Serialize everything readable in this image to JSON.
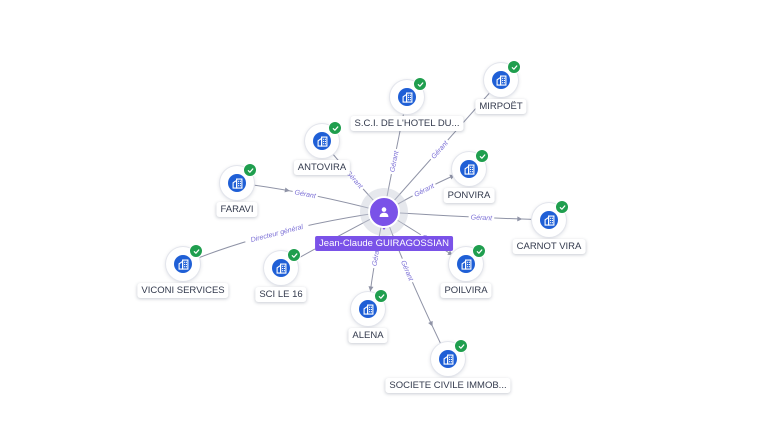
{
  "center": {
    "name": "Jean-Claude GUIRAGOSSIAN",
    "icon": "person-icon",
    "color": "#7a52e8"
  },
  "colors": {
    "company": "#1f5fd6",
    "verified": "#1f9e4e",
    "edge_label": "#7b6fd6"
  },
  "nodes": [
    {
      "id": "sci-hotel",
      "label": "S.C.I. DE L'HOTEL DU...",
      "icon": "building-icon",
      "verified": true
    },
    {
      "id": "mirpoet",
      "label": "MIRPOËT",
      "icon": "building-icon",
      "verified": true
    },
    {
      "id": "antovira",
      "label": "ANTOVIRA",
      "icon": "building-icon",
      "verified": true
    },
    {
      "id": "ponvira",
      "label": "PONVIRA",
      "icon": "building-icon",
      "verified": true
    },
    {
      "id": "faravi",
      "label": "FARAVI",
      "icon": "building-icon",
      "verified": true
    },
    {
      "id": "carnot-vira",
      "label": "CARNOT VIRA",
      "icon": "building-icon",
      "verified": true
    },
    {
      "id": "viconi",
      "label": "VICONI SERVICES",
      "icon": "building-icon",
      "verified": true
    },
    {
      "id": "sci-le-16",
      "label": "SCI LE 16",
      "icon": "building-icon",
      "verified": true
    },
    {
      "id": "poilvira",
      "label": "POILVIRA",
      "icon": "building-icon",
      "verified": true
    },
    {
      "id": "alena",
      "label": "ALENA",
      "icon": "building-icon",
      "verified": true
    },
    {
      "id": "societe-civile",
      "label": "SOCIETE CIVILE IMMOB...",
      "icon": "building-icon",
      "verified": true
    }
  ],
  "edges": [
    {
      "to": "sci-hotel",
      "label": "Gérant"
    },
    {
      "to": "mirpoet",
      "label": "Gérant"
    },
    {
      "to": "antovira",
      "label": "Gérant"
    },
    {
      "to": "ponvira",
      "label": "Gérant"
    },
    {
      "to": "faravi",
      "label": "Gérant"
    },
    {
      "to": "carnot-vira",
      "label": "Gérant"
    },
    {
      "to": "viconi",
      "label": "Directeur général"
    },
    {
      "to": "sci-le-16",
      "label": "Gérant"
    },
    {
      "to": "poilvira",
      "label": "Gérant"
    },
    {
      "to": "alena",
      "label": "Gérant"
    },
    {
      "to": "societe-civile",
      "label": "Gérant"
    }
  ]
}
